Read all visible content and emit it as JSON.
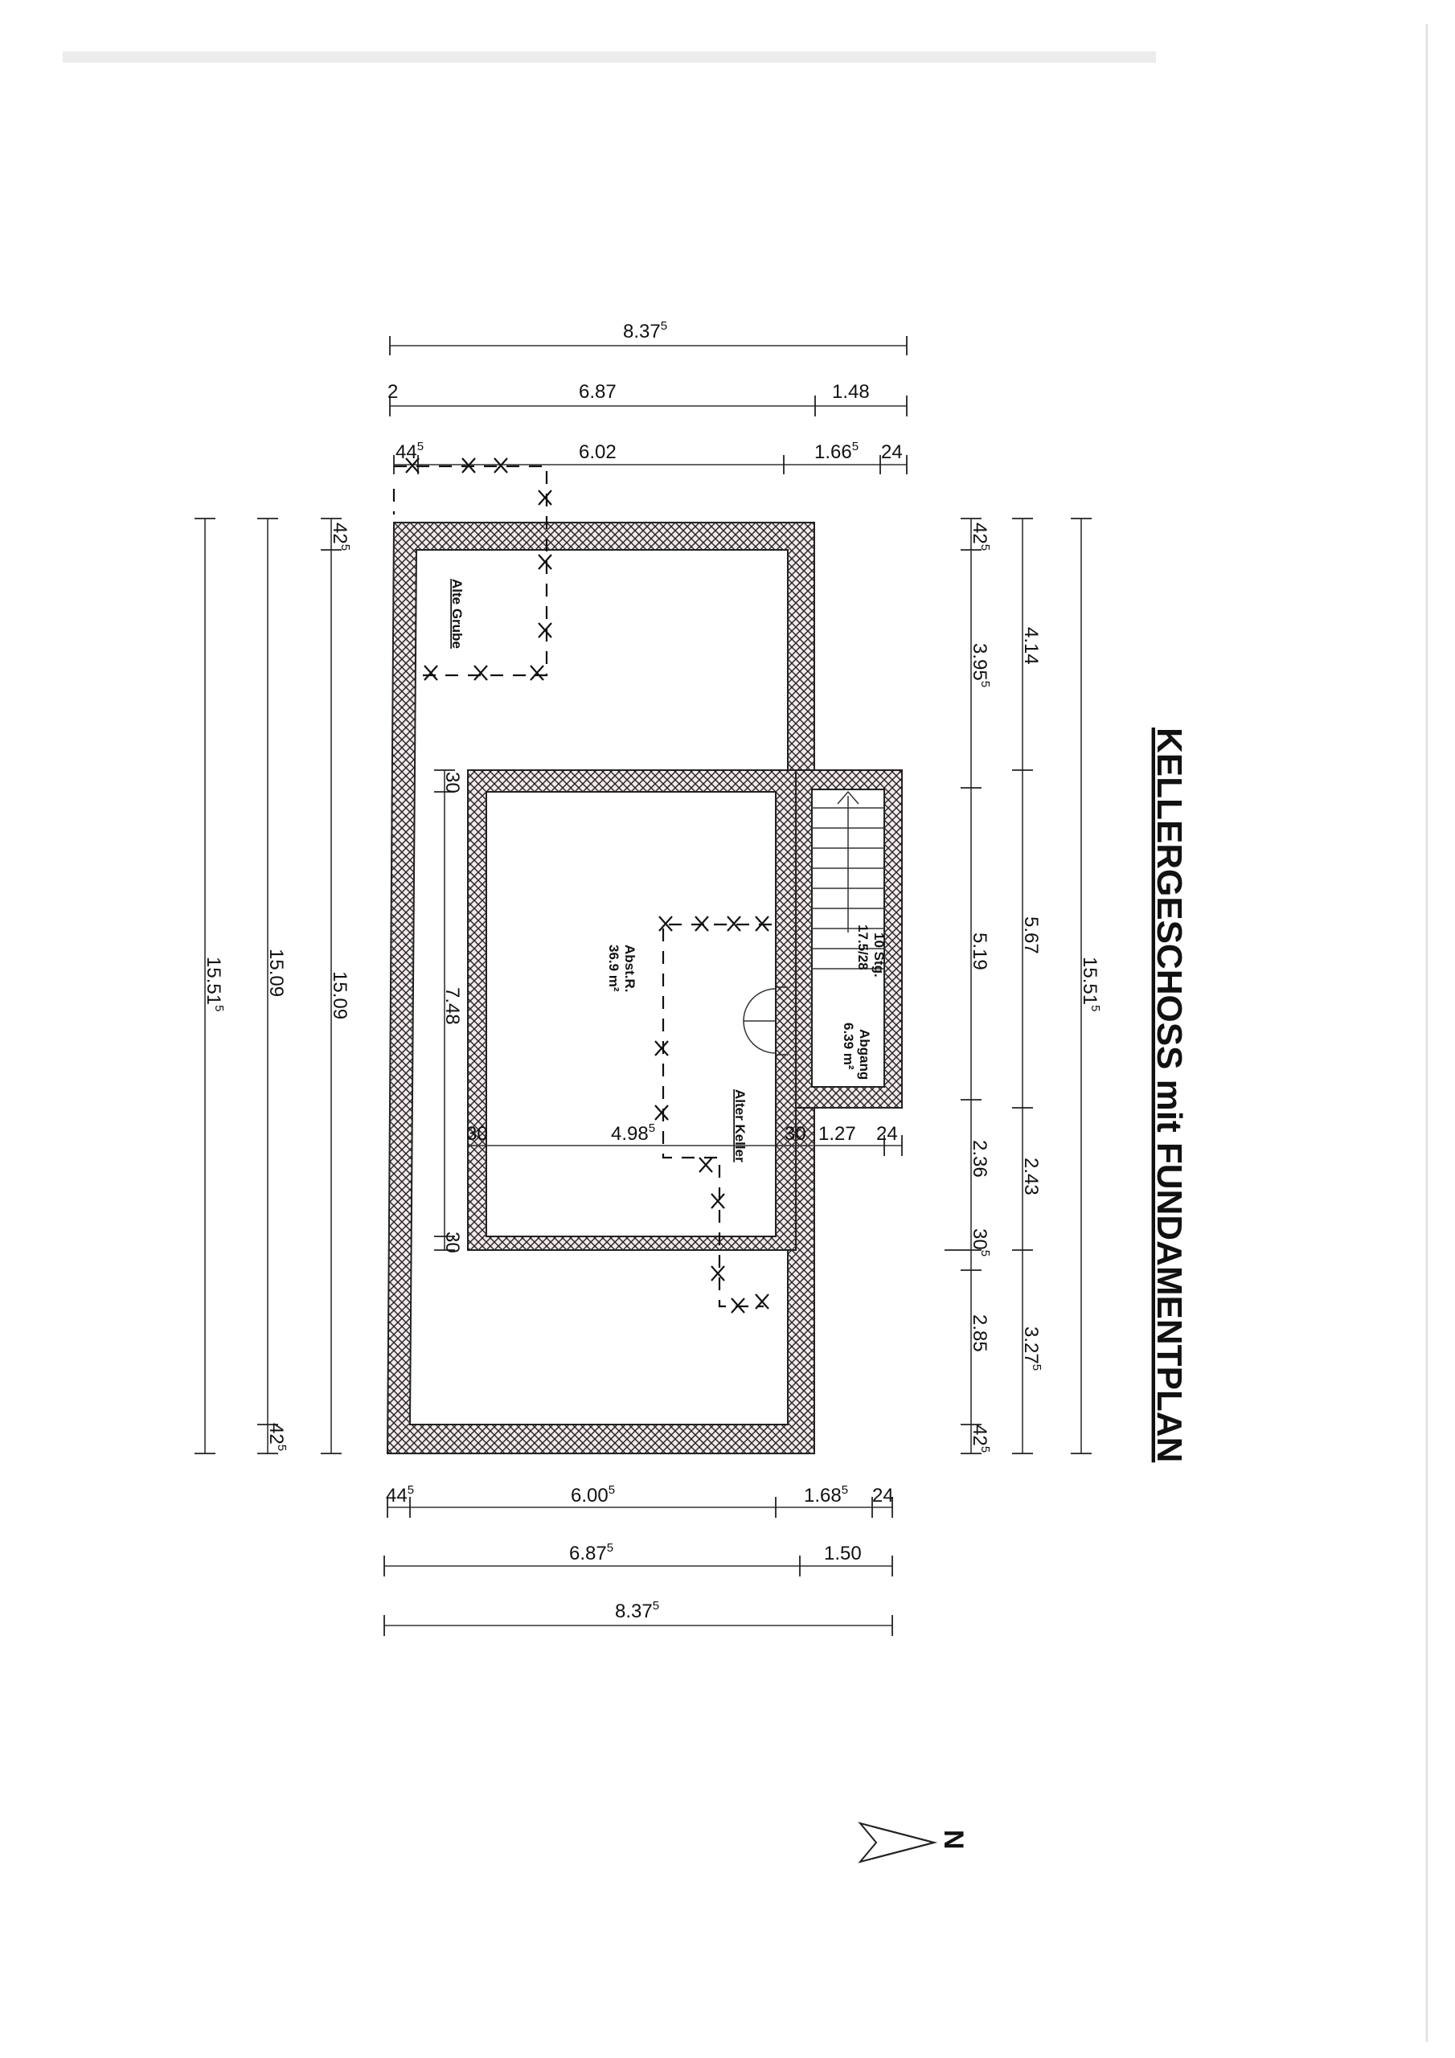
{
  "title": "KELLERGESCHOSS mit FUNDAMENTPLAN",
  "north": "N",
  "rooms": {
    "alte_grube": "Alte Grube",
    "abst_r": "Abst.R.",
    "abst_r_area": "36.9 m²",
    "abgang": "Abgang",
    "abgang_area": "6.39 m²",
    "stairs_label": "10 Stg.",
    "stairs_dim": "17.5/28",
    "alter_keller": "Alter Keller"
  },
  "dims": {
    "top_total": {
      "main": "8.37",
      "sup": "5"
    },
    "top_row2_a": "2",
    "top_row2_b": "6.87",
    "top_row2_c": "1.48",
    "top_row3_a": {
      "main": "44",
      "sup": "5"
    },
    "top_row3_b": "6.02",
    "top_row3_c": {
      "main": "1.66",
      "sup": "5"
    },
    "top_row3_d": "24",
    "bottom_row1_a": {
      "main": "44",
      "sup": "5"
    },
    "bottom_row1_b": {
      "main": "6.00",
      "sup": "5"
    },
    "bottom_row1_c": {
      "main": "1.68",
      "sup": "5"
    },
    "bottom_row1_d": "24",
    "bottom_row2_a": {
      "main": "6.87",
      "sup": "5"
    },
    "bottom_row2_b": "1.50",
    "bottom_total": {
      "main": "8.37",
      "sup": "5"
    },
    "left_outer": {
      "main": "15.51",
      "sup": "5"
    },
    "left_mid": "15.09",
    "left_mid_bottom": {
      "main": "42",
      "sup": "5"
    },
    "left_inner": "15.09",
    "left_inner_top": {
      "main": "42",
      "sup": "5"
    },
    "inner_left_height": "7.48",
    "inner_30_top": "30",
    "inner_30_bottom": "30",
    "inner_30_mid": "30",
    "inner_width": {
      "main": "4.98",
      "sup": "5"
    },
    "inner_30_right": "30",
    "abgang_width": "1.27",
    "abgang_wall": "24",
    "right_a1": {
      "main": "42",
      "sup": "5"
    },
    "right_a2": {
      "main": "3.95",
      "sup": "5"
    },
    "right_a3": "5.19",
    "right_a4": "2.36",
    "right_a5": {
      "main": "30",
      "sup": "5"
    },
    "right_a6": "2.85",
    "right_a7": {
      "main": "42",
      "sup": "5"
    },
    "right_b1": "4.14",
    "right_b2": "5.67",
    "right_b3": "2.43",
    "right_b4": {
      "main": "3.27",
      "sup": "5"
    },
    "right_outer": {
      "main": "15.51",
      "sup": "5"
    }
  }
}
